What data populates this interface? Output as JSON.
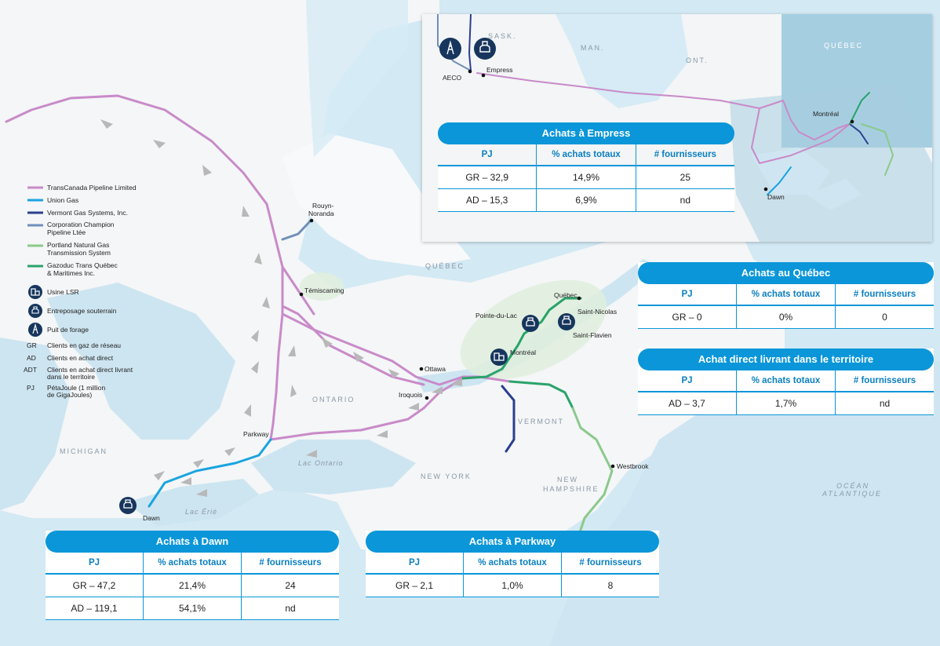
{
  "colors": {
    "transcanada": "#c98ac9",
    "union": "#1aa4e0",
    "vermont": "#2b3f8f",
    "champion": "#6f8fba",
    "portland": "#8cc98c",
    "tqm": "#2aa36b",
    "accent": "#0a96d8",
    "water": "#cfe6f2",
    "land": "#f5f7f8"
  },
  "legend": {
    "lines": [
      {
        "label": "TransCanada Pipeline Limited",
        "color_key": "transcanada"
      },
      {
        "label": "Union Gas",
        "color_key": "union"
      },
      {
        "label": "Vermont Gas Systems, Inc.",
        "color_key": "vermont"
      },
      {
        "label": "Corporation Champion",
        "label2": "Pipeline Ltée",
        "color_key": "champion"
      },
      {
        "label": "Portland Natural Gas",
        "label2": "Transmission System",
        "color_key": "portland"
      },
      {
        "label": "Gazoduc Trans Québec",
        "label2": "& Maritimes Inc.",
        "color_key": "tqm"
      }
    ],
    "icons": [
      {
        "label": "Usine LSR",
        "icon": "lng-plant-icon"
      },
      {
        "label": "Entreposage souterrain",
        "icon": "storage-icon"
      },
      {
        "label": "Puit de forage",
        "icon": "drilling-well-icon"
      }
    ],
    "abbreviations": [
      {
        "abbr": "GR",
        "label": "Clients en gaz de réseau"
      },
      {
        "abbr": "AD",
        "label": "Clients en achat direct"
      },
      {
        "abbr": "ADT",
        "label": "Clients en achat direct livrant",
        "label2": "dans le territoire"
      },
      {
        "abbr": "PJ",
        "label": "PétaJoule (1 million",
        "label2": "de GigaJoules)"
      }
    ]
  },
  "regions": {
    "quebec_main": "QUÉBEC",
    "ontario": "ONTARIO",
    "michigan": "MICHIGAN",
    "new_york": "NEW YORK",
    "vermont": "VERMONT",
    "new_hampshire_1": "NEW",
    "new_hampshire_2": "HAMPSHIRE",
    "ocean_1": "OCÉAN",
    "ocean_2": "ATLANTIQUE",
    "lake_ontario": "Lac Ontario",
    "lake_erie": "Lac Érié",
    "inset_sask": "SASK.",
    "inset_man": "MAN.",
    "inset_ont": "ONT.",
    "inset_quebec": "QUÉBEC"
  },
  "cities": {
    "rouyn": "Rouyn-",
    "rouyn2": "Noranda",
    "temiscaming": "Témiscaming",
    "ottawa": "Ottawa",
    "iroquois": "Iroquois",
    "parkway": "Parkway",
    "dawn": "Dawn",
    "montreal": "Montréal",
    "pointe": "Pointe-du-Lac",
    "quebec_city": "Québec",
    "saint_nicolas": "Saint-Nicolas",
    "saint_flavien": "Saint-Flavien",
    "westbrook": "Westbrook",
    "inset_aeco": "AECO",
    "inset_empress": "Empress",
    "inset_montreal": "Montréal",
    "inset_dawn": "Dawn"
  },
  "tables": {
    "headers": {
      "c1": "PJ",
      "c2": "% achats totaux",
      "c3": "# fournisseurs"
    },
    "empress": {
      "title": "Achats à Empress",
      "rows": [
        {
          "pj": "GR – 32,9",
          "pct": "14,9%",
          "n": "25"
        },
        {
          "pj": "AD – 15,3",
          "pct": "6,9%",
          "n": "nd"
        }
      ]
    },
    "quebec": {
      "title": "Achats au Québec",
      "rows": [
        {
          "pj": "GR – 0",
          "pct": "0%",
          "n": "0"
        }
      ]
    },
    "direct": {
      "title": "Achat direct livrant dans le territoire",
      "rows": [
        {
          "pj": "AD – 3,7",
          "pct": "1,7%",
          "n": "nd"
        }
      ]
    },
    "dawn": {
      "title": "Achats à Dawn",
      "rows": [
        {
          "pj": "GR – 47,2",
          "pct": "21,4%",
          "n": "24"
        },
        {
          "pj": "AD – 119,1",
          "pct": "54,1%",
          "n": "nd"
        }
      ]
    },
    "parkway": {
      "title": "Achats à Parkway",
      "rows": [
        {
          "pj": "GR – 2,1",
          "pct": "1,0%",
          "n": "8"
        }
      ]
    }
  }
}
